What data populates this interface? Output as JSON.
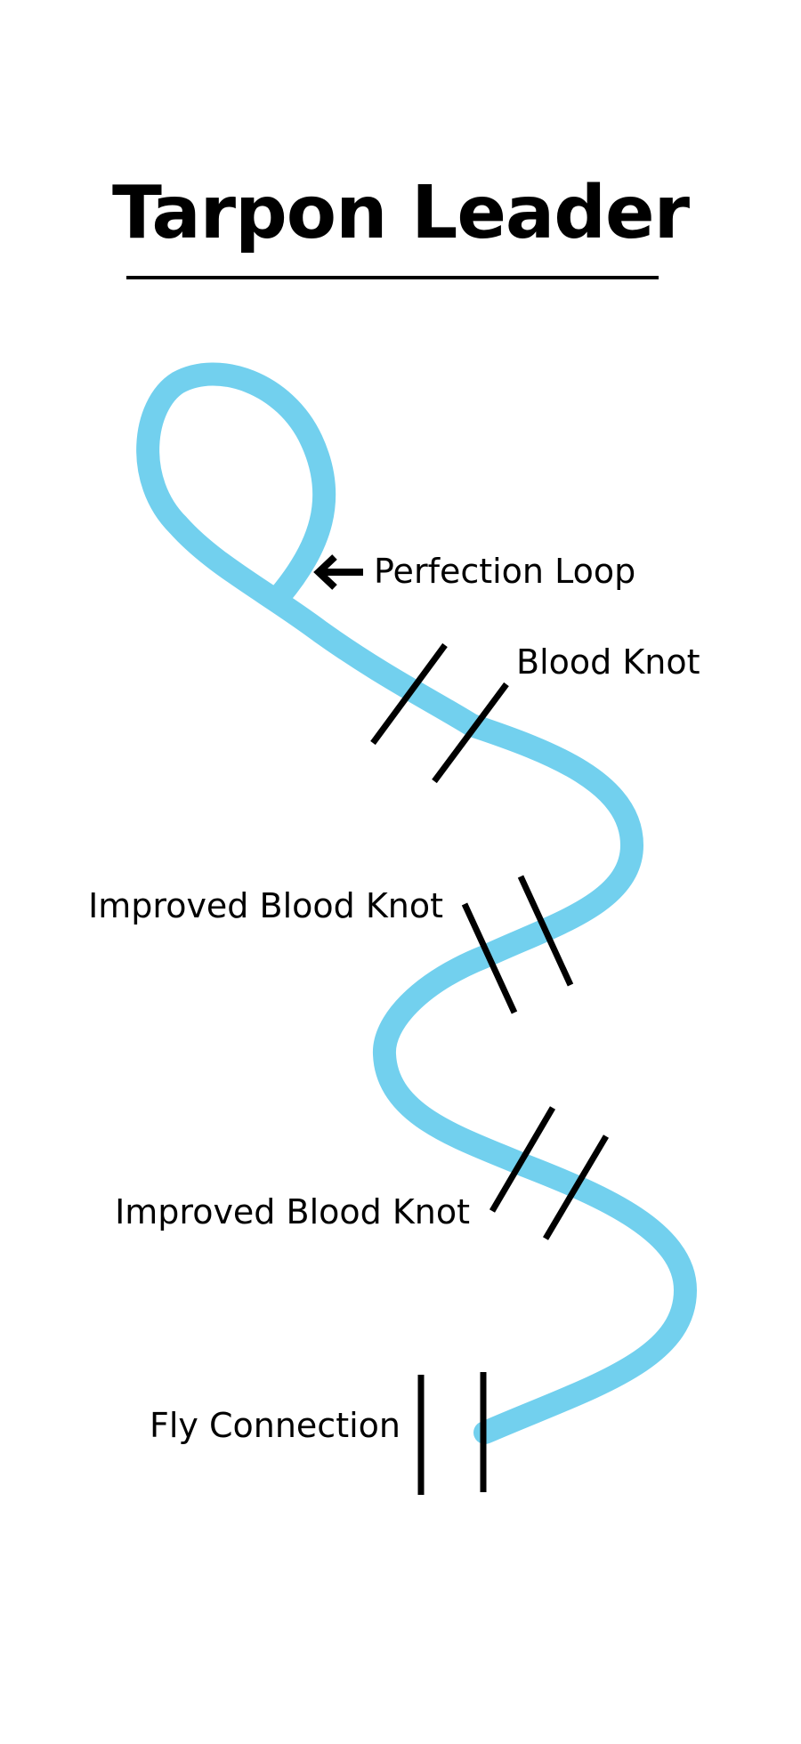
{
  "title": "Tarpon Leader",
  "colors": {
    "line": "#72d0ee",
    "knot": "#000000",
    "text": "#000000",
    "background": "#ffffff"
  },
  "labels": {
    "perfection_loop": "Perfection Loop",
    "blood_knot": "Blood Knot",
    "improved_blood_knot_1": "Improved Blood Knot",
    "improved_blood_knot_2": "Improved Blood Knot",
    "fly_connection": "Fly Connection"
  },
  "icons": {
    "pointer": "arrow-left-icon"
  }
}
